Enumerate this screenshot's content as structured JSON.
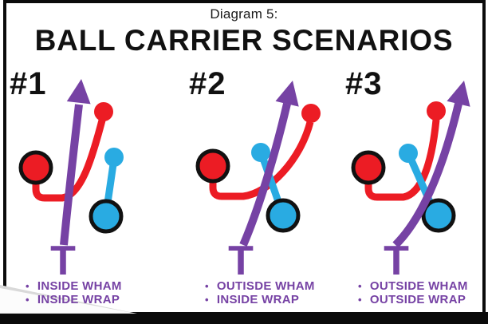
{
  "header": {
    "subtitle": "Diagram 5:",
    "title": "BALL CARRIER SCENARIOS"
  },
  "ui": {
    "bullet": "•"
  },
  "colors": {
    "red": "#ec1c24",
    "blue": "#29abe2",
    "purple": "#7642a4",
    "black": "#111111"
  },
  "scenarios": [
    {
      "number": "#1",
      "tee": "T",
      "notes": [
        "INSIDE WHAM",
        "INSIDE WRAP"
      ]
    },
    {
      "number": "#2",
      "tee": "T",
      "notes": [
        "OUTISDE WHAM",
        "INSIDE WRAP"
      ]
    },
    {
      "number": "#3",
      "tee": "T",
      "notes": [
        "OUTSIDE WHAM",
        "OUTSIDE WRAP"
      ]
    }
  ]
}
